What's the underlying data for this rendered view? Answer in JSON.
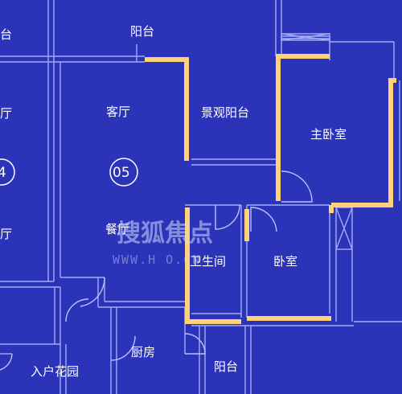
{
  "colors": {
    "background": "#2b33b8",
    "wall_line": "#b9c2ff",
    "highlight_wall": "#ffd27a",
    "text": "#ffffff"
  },
  "rooms": {
    "balcony_top": "阳台",
    "balcony_top_left_partial": "台",
    "living_room": "客厅",
    "scenic_balcony": "景观阳台",
    "master_bedroom": "主卧室",
    "unit_number": "05",
    "dining_room": "餐厅",
    "bathroom": "卫生间",
    "bedroom": "卧室",
    "kitchen": "厨房",
    "entry_garden": "入户花园",
    "balcony_bottom": "阳台",
    "neighbor_room_1_partial": "厅",
    "neighbor_room_2_partial": "厅",
    "neighbor_unit_number_partial": "4"
  },
  "watermark": {
    "brand": "搜狐焦点",
    "url": "WWW.H O.CN"
  }
}
